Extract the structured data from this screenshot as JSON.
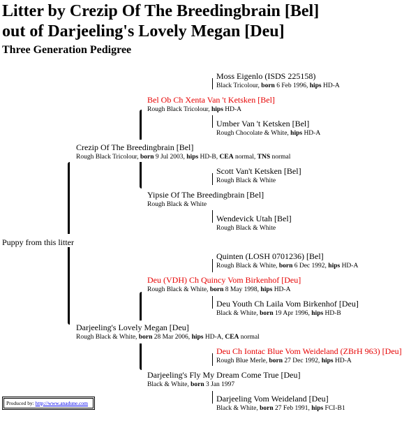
{
  "title_line1": "Litter by Crezip Of The Breedingbrain [Bel]",
  "title_line2": "out of Darjeeling's Lovely Megan [Deu]",
  "subtitle": "Three Generation Pedigree",
  "puppy": "Puppy from this litter",
  "sire": {
    "name": "Crezip Of The Breedingbrain [Bel]",
    "d1": "Rough Black Tricolour,",
    "d2": "born",
    "d3": "9 Jul 2003,",
    "d4": "hips",
    "d5": "HD-B,",
    "d6": "CEA",
    "d7": "normal,",
    "d8": "TNS",
    "d9": "normal"
  },
  "dam": {
    "name": "Darjeeling's Lovely Megan [Deu]",
    "d1": "Rough Black & White,",
    "d2": "born",
    "d3": "28 Mar 2006,",
    "d4": "hips",
    "d5": "HD-A,",
    "d6": "CEA",
    "d7": "normal"
  },
  "ss": {
    "name": "Bel Ob Ch Xenta Van 't Ketsken [Bel]",
    "d1": "Rough Black Tricolour,",
    "d2": "hips",
    "d3": "HD-A"
  },
  "sd": {
    "name": "Yipsie Of The Breedingbrain [Bel]",
    "d1": "Rough Black & White"
  },
  "ds": {
    "name": "Deu (VDH) Ch Quincy Vom Birkenhof [Deu]",
    "d1": "Rough Black & White,",
    "d2": "born",
    "d3": "8 May 1998,",
    "d4": "hips",
    "d5": "HD-A"
  },
  "dd": {
    "name": "Darjeeling's Fly My Dream Come True [Deu]",
    "d1": "Black & White,",
    "d2": "born",
    "d3": "3 Jan 1997"
  },
  "sss": {
    "name": "Moss Eigenlo (ISDS 225158)",
    "d1": "Black Tricolour,",
    "d2": "born",
    "d3": "6 Feb 1996,",
    "d4": "hips",
    "d5": "HD-A"
  },
  "ssd": {
    "name": "Umber Van 't Ketsken [Bel]",
    "d1": "Rough Chocolate & White,",
    "d2": "hips",
    "d3": "HD-A"
  },
  "sds": {
    "name": "Scott Van't Ketsken [Bel]",
    "d1": "Rough Black & White"
  },
  "sdd": {
    "name": "Wendevick Utah [Bel]",
    "d1": "Rough Black & White"
  },
  "dss": {
    "name": "Quinten (LOSH 0701236) [Bel]",
    "d1": "Rough Black & White,",
    "d2": "born",
    "d3": "6 Dec 1992,",
    "d4": "hips",
    "d5": "HD-A"
  },
  "dsd": {
    "name": "Deu Youth Ch Laila Vom Birkenhof [Deu]",
    "d1": "Black & White,",
    "d2": "born",
    "d3": "19 Apr 1996,",
    "d4": "hips",
    "d5": "HD-B"
  },
  "dds": {
    "name": "Deu Ch Iontac Blue Vom Weideland (ZBrH 963) [Deu]",
    "d1": "Rough Blue Merle,",
    "d2": "born",
    "d3": "27 Dec 1992,",
    "d4": "hips",
    "d5": "HD-A"
  },
  "ddd": {
    "name": "Darjeeling Vom Weideland [Deu]",
    "d1": "Black & White,",
    "d2": "born",
    "d3": "27 Feb 1991,",
    "d4": "hips",
    "d5": "FCI-B1"
  },
  "footer": {
    "label": "Produced by:",
    "link": "http://www.anadune.com"
  },
  "colors": {
    "champion": "#e60000",
    "link": "#0000ee"
  }
}
